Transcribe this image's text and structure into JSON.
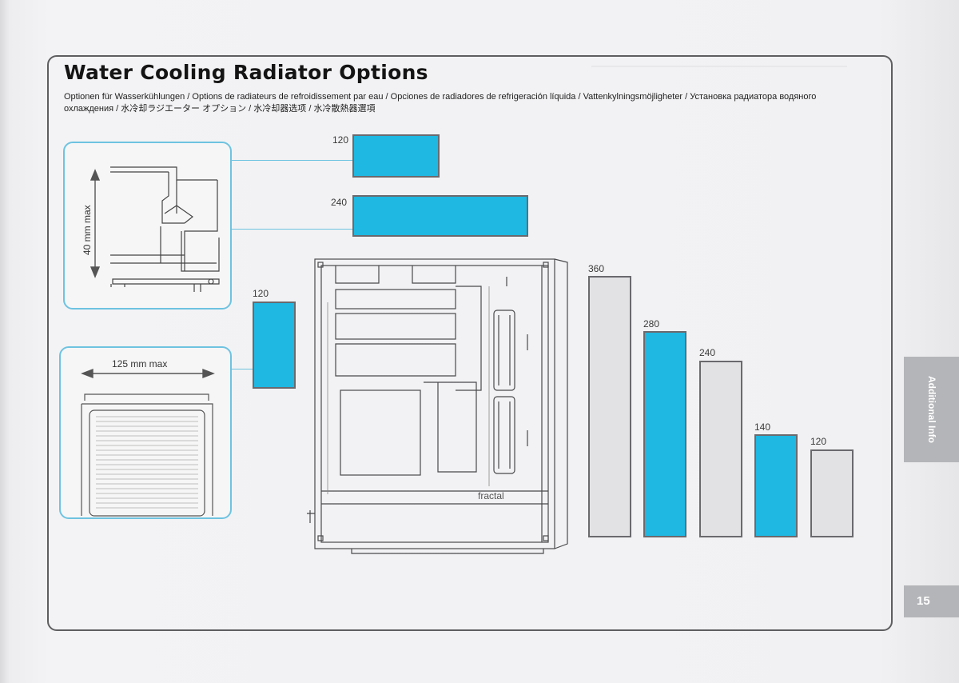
{
  "header": {
    "title": "Water Cooling Radiator Options",
    "subtitle": "Optionen für Wasserkühlungen / Options de radiateurs de refroidissement par eau / Opciones de radiadores de refrigeración líquida / Vattenkylningsmöjligheter / Установка радиатора водяного охлаждения / 水冷却ラジエーター オプション / 水冷却器选项 / 水冷散熱器選項"
  },
  "details": {
    "top_clearance": "40 mm max",
    "front_clearance": "125 mm max"
  },
  "radiators": {
    "top": [
      {
        "label": "120",
        "color": "blue"
      },
      {
        "label": "240",
        "color": "blue"
      }
    ],
    "rear": {
      "label": "120",
      "color": "blue"
    },
    "front": [
      {
        "label": "360",
        "color": "gray"
      },
      {
        "label": "280",
        "color": "blue"
      },
      {
        "label": "240",
        "color": "gray"
      },
      {
        "label": "140",
        "color": "blue"
      },
      {
        "label": "120",
        "color": "gray"
      }
    ]
  },
  "case": {
    "brand": "fractal"
  },
  "side_tab": {
    "label": "Additional Info"
  },
  "page_number": "15",
  "colors": {
    "radiator_blue": "#1eb8e2",
    "radiator_gray": "#e2e2e4",
    "callout_border": "#6ec3e0",
    "tab_gray": "#b4b5b8"
  }
}
